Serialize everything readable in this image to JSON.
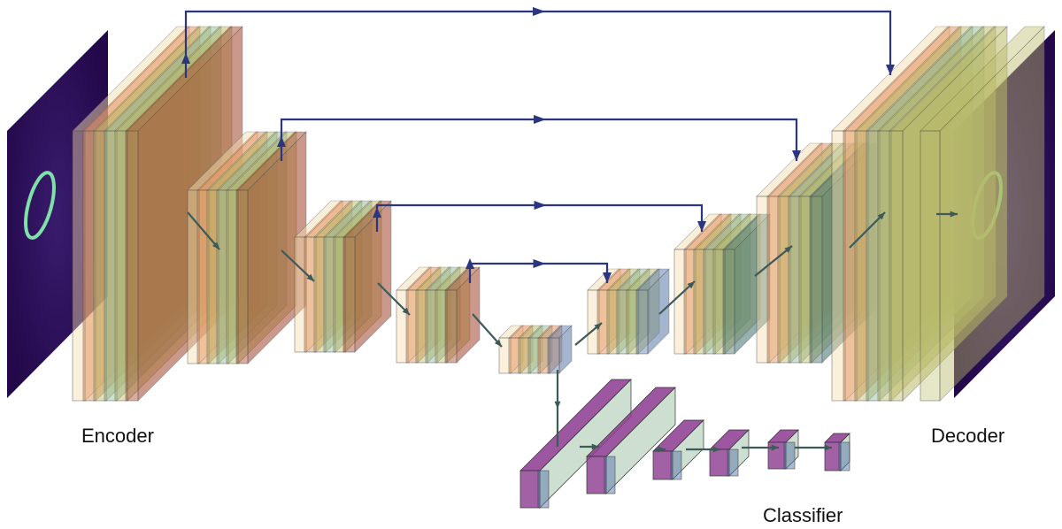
{
  "labels": {
    "encoder": "Encoder",
    "decoder": "Decoder",
    "classifier": "Classifier"
  },
  "colors": {
    "background": "#ffffff",
    "skip_arrow": "#2c3580",
    "flow_arrow": "#3d5a58",
    "layer_beige": "#f3dcae",
    "layer_orange": "#e08a55",
    "layer_green": "#8fb89a",
    "layer_olive": "#b9b968",
    "layer_brown": "#a0452c",
    "layer_blue": "#5a78a8",
    "layer_teal": "#3f6e6e",
    "classifier_purple": "#8b3a8f",
    "image_dark": "#2a0a52",
    "ring": "#7fe0a8"
  },
  "icons": [
    "input-image-icon",
    "output-image-icon",
    "skip-arrow-icon",
    "flow-arrow-icon"
  ]
}
